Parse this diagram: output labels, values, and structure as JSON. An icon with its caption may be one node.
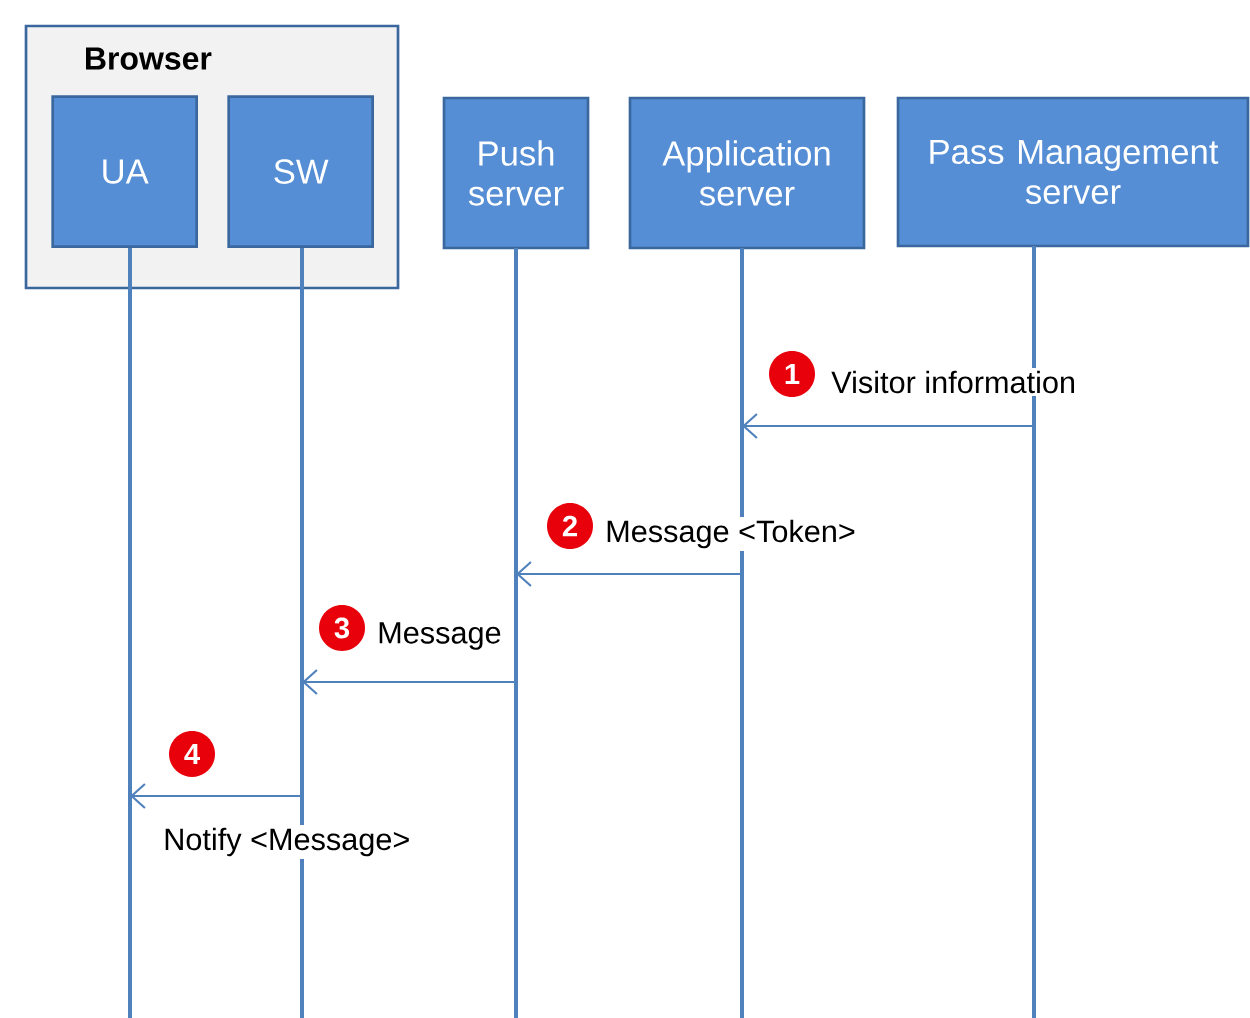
{
  "diagram": {
    "nodes": [
      {
        "text": [
          "Browser"
        ]
      },
      {
        "text": [
          "UA"
        ],
        "in": 0
      },
      {
        "text": [
          "SW"
        ],
        "in": 0
      },
      {
        "text": [
          "Push server"
        ]
      },
      {
        "text": [
          "Application server"
        ]
      },
      {
        "text": [
          "Pass Management server"
        ]
      },
      {
        "text": [],
        "shape": "line"
      },
      {
        "text": [],
        "shape": "line"
      },
      {
        "text": [],
        "shape": "line"
      },
      {
        "text": [],
        "shape": "line"
      },
      {
        "text": [],
        "shape": "line"
      }
    ],
    "edges": [
      {
        "from": 10,
        "to": 9,
        "arrow": "to",
        "label": "Visitor information"
      },
      {
        "from": 9,
        "to": 8,
        "arrow": "to",
        "label": "Message <Token>"
      },
      {
        "from": 8,
        "to": 7,
        "arrow": "to",
        "label": "Message"
      },
      {
        "from": 7,
        "to": 6,
        "arrow": "to",
        "label": "Notify <Message>"
      }
    ],
    "labels": [
      "1",
      "2",
      "3",
      "4"
    ]
  }
}
